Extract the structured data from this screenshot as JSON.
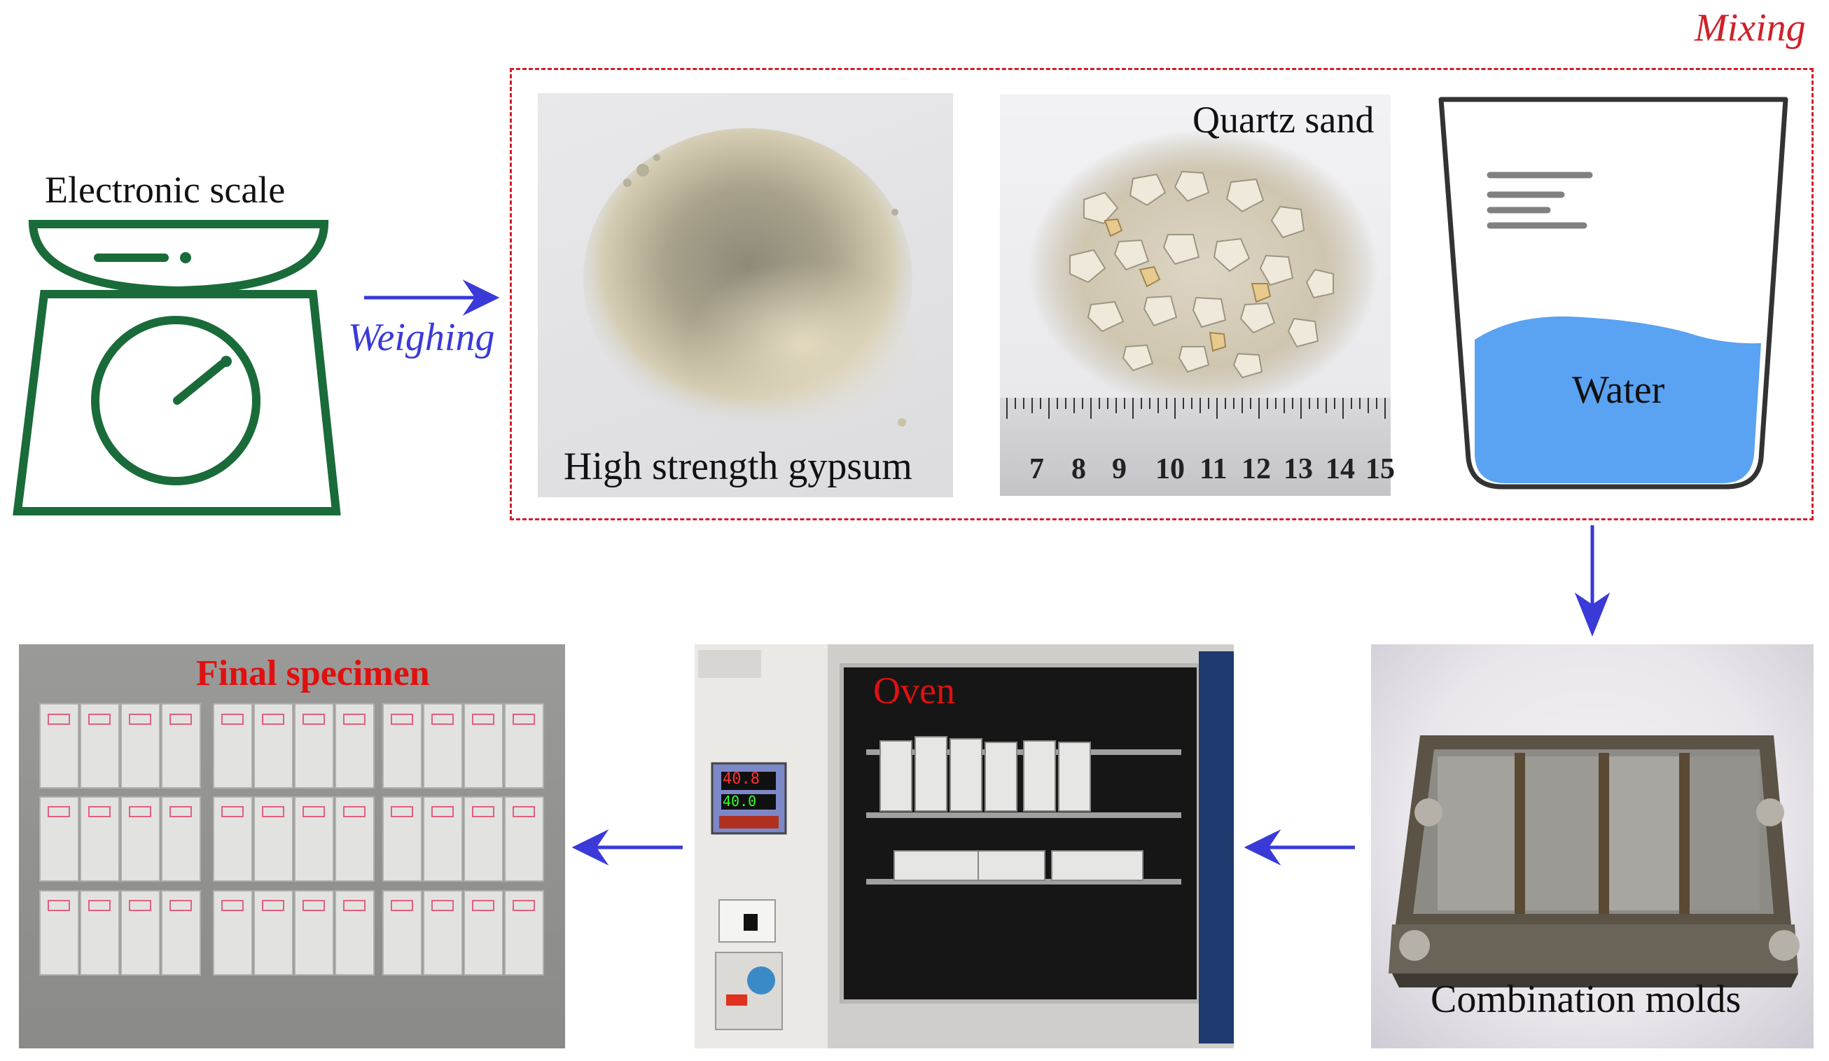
{
  "labels": {
    "mixing": "Mixing",
    "electronic_scale": "Electronic scale",
    "weighing": "Weighing",
    "high_strength_gypsum": "High strength gypsum",
    "quartz_sand": "Quartz sand",
    "water": "Water",
    "combination_molds": "Combination molds",
    "oven": "Oven",
    "final_specimen": "Final specimen"
  },
  "ruler_ticks": [
    "7",
    "8",
    "9",
    "10",
    "11",
    "12",
    "13",
    "14",
    "15"
  ],
  "oven_display": {
    "upper": "40.8",
    "lower": "40.0"
  },
  "colors": {
    "scale_green": "#1a6b3a",
    "arrow_blue": "#3a3ad8",
    "mixing_red": "#d0202a",
    "water_blue": "#5aa2f2",
    "beaker_lines": "#808080"
  }
}
